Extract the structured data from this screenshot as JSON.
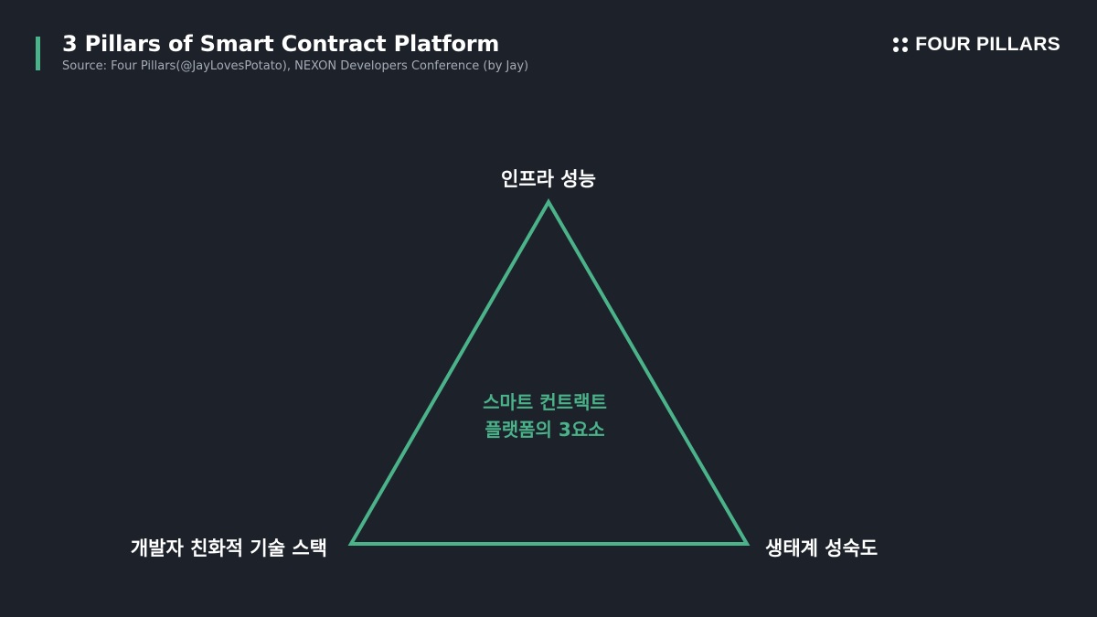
{
  "header": {
    "title": "3 Pillars of Smart Contract Platform",
    "source": "Source: Four Pillars(@JayLovesPotato), NEXON Developers Conference (by Jay)",
    "logo_text": "FOUR PILLARS",
    "logo_icon": "four-dots-icon"
  },
  "diagram": {
    "top_label": "인프라 성능",
    "left_label": "개발자 친화적 기술 스택",
    "right_label": "생태계 성숙도",
    "center_line1": "스마트 컨트랙트",
    "center_line2": "플랫폼의 3요소"
  },
  "colors": {
    "background": "#1c212a",
    "accent": "#4bb38a",
    "text": "#ffffff",
    "muted_text": "#a6acb6"
  }
}
